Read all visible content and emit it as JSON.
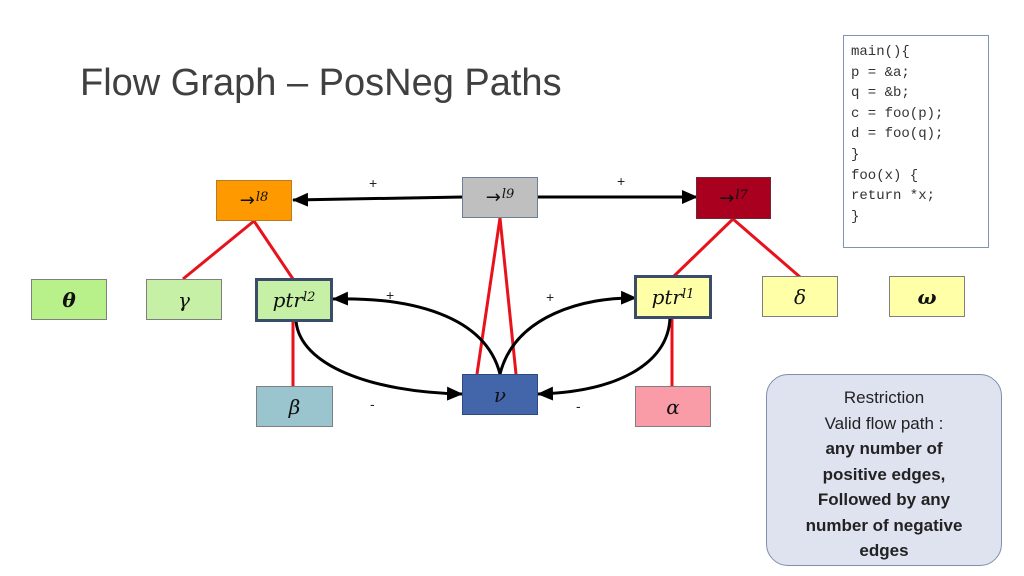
{
  "title": "Flow Graph – PosNeg Paths",
  "code_lines": [
    "main(){",
    "p = &a;",
    "q = &b;",
    "c = foo(p);",
    "d = foo(q);",
    "}",
    "foo(x) {",
    "return *x;",
    "}"
  ],
  "nodes": {
    "l8": {
      "arrow": "→",
      "sup": "l8",
      "color": "#ff9900"
    },
    "l9": {
      "arrow": "→",
      "sup": "l9",
      "color": "#bfbfbf"
    },
    "l7": {
      "arrow": "→",
      "sup": "l7",
      "color": "#a8001e"
    },
    "theta": {
      "label": "θ",
      "color": "#b8f08a"
    },
    "gamma": {
      "label": "γ",
      "color": "#c6f0a6"
    },
    "ptr_l2": {
      "label": "ptr",
      "sup": "l2",
      "color": "#c6f0a6"
    },
    "ptr_l1": {
      "label": "ptr",
      "sup": "l1",
      "color": "#ffffa8"
    },
    "delta": {
      "label": "δ",
      "color": "#ffffa8"
    },
    "omega": {
      "label": "ω",
      "color": "#ffffa8"
    },
    "beta": {
      "label": "β",
      "color": "#9ac5cf"
    },
    "nu": {
      "label": "ν",
      "color": "#4366ab"
    },
    "alpha": {
      "label": "α",
      "color": "#f99ca7"
    }
  },
  "edge_signs": {
    "l9_to_l8": "+",
    "l9_to_l7": "+",
    "nu_to_ptr_l2": "+",
    "nu_to_ptr_l1": "+",
    "ptr_l2_to_nu": "-",
    "ptr_l1_to_nu": "-"
  },
  "restriction": {
    "heading": "Restriction",
    "subheading": "Valid flow path :",
    "rule_lines": [
      "any number of",
      "positive edges,",
      "Followed by any",
      "number of negative",
      "edges"
    ]
  }
}
